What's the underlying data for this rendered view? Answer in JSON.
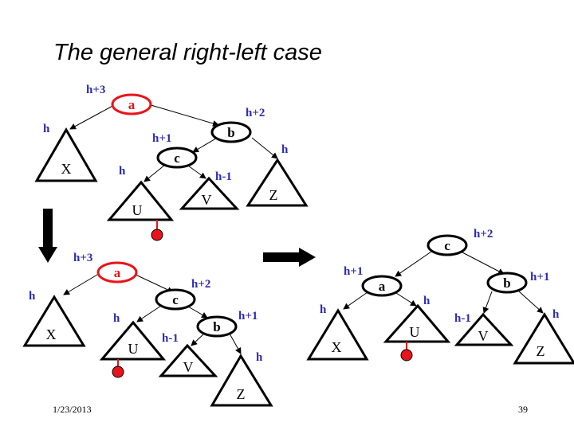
{
  "title": "The general right-left case",
  "footer": {
    "date": "1/23/2013",
    "page": "39"
  },
  "colors": {
    "height_label": "#2b2bb0",
    "highlight": "#e8141b",
    "inserted_leaf": "#e8141b"
  },
  "icons": {
    "transition_down": "arrow-down-icon",
    "transition_right": "arrow-right-icon"
  },
  "tree1": {
    "a": "a",
    "a_h": "h+3",
    "b": "b",
    "b_h": "h+2",
    "c": "c",
    "c_h": "h+1",
    "X": "X",
    "X_h": "h",
    "U": "U",
    "U_h": "h",
    "V": "V",
    "V_h": "h-1",
    "Z": "Z",
    "Z_h": "h"
  },
  "tree2": {
    "a": "a",
    "a_h": "h+3",
    "c": "c",
    "c_h": "h+2",
    "b": "b",
    "b_h": "h+1",
    "X": "X",
    "X_h": "h",
    "U": "U",
    "U_h": "h",
    "V": "V",
    "V_h": "h-1",
    "Z": "Z",
    "Z_h": "h"
  },
  "tree3": {
    "c": "c",
    "c_h": "h+2",
    "a": "a",
    "a_h": "h+1",
    "b": "b",
    "b_h": "h+1",
    "X": "X",
    "X_h": "h",
    "U": "U",
    "U_h": "h",
    "V": "V",
    "V_h": "h-1",
    "Z": "Z",
    "Z_h": "h"
  }
}
